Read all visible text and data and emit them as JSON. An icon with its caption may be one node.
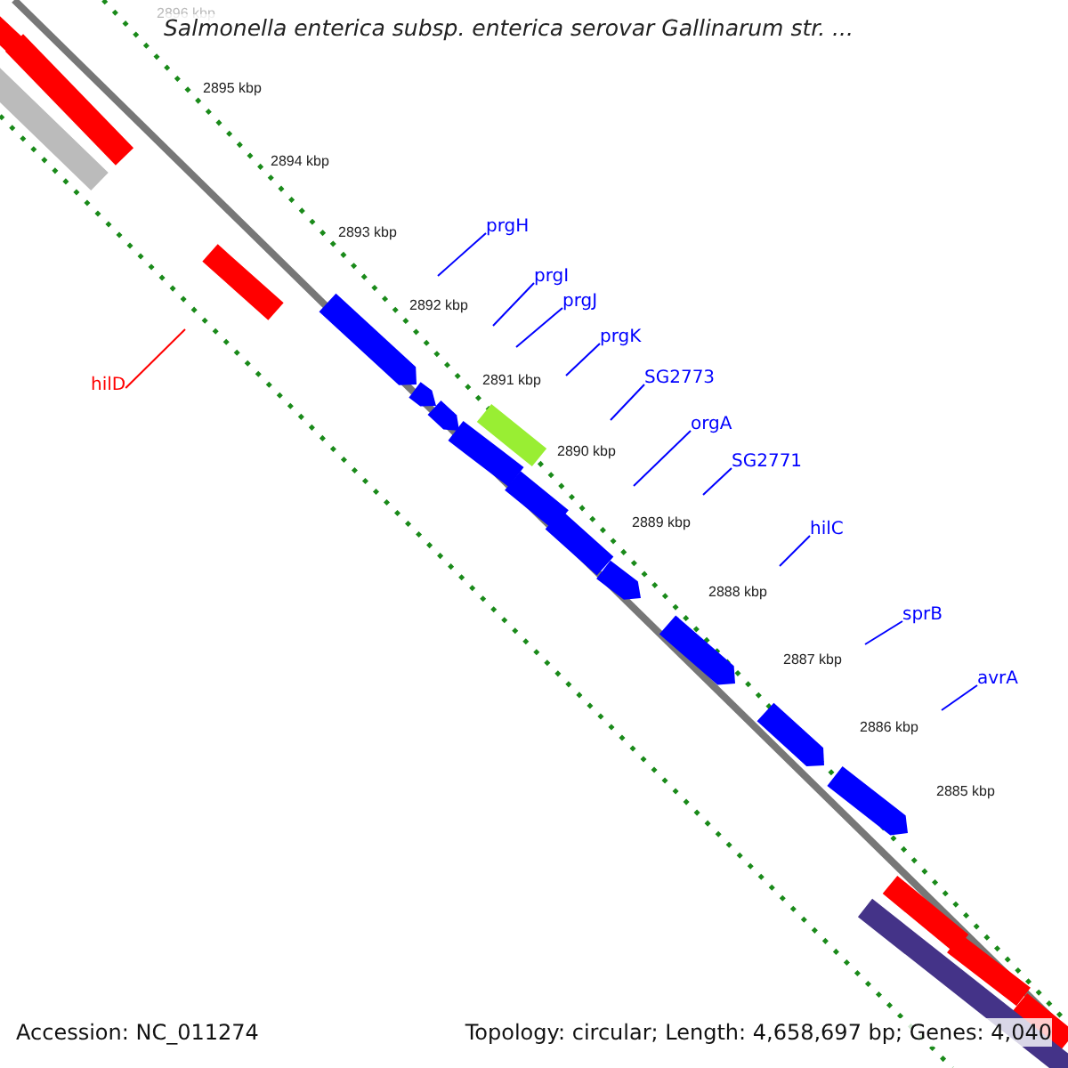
{
  "diagram": {
    "title": "Salmonella enterica subsp. enterica serovar Gallinarum str. ...",
    "nodes": [
      {
        "text": [
          "prgH"
        ]
      },
      {
        "text": [
          "prgI"
        ]
      },
      {
        "text": [
          "prgJ"
        ]
      },
      {
        "text": [
          "prgK"
        ]
      },
      {
        "text": [
          "SG2773"
        ]
      },
      {
        "text": [
          "orgA"
        ]
      },
      {
        "text": [
          "SG2771"
        ]
      },
      {
        "text": [
          "hilC"
        ]
      },
      {
        "text": [
          "sprB"
        ]
      },
      {
        "text": [
          "avrA"
        ]
      },
      {
        "text": [
          "hilD"
        ]
      }
    ],
    "edges": [
      {
        "from": 0,
        "to": null,
        "arrow": "none"
      },
      {
        "from": 1,
        "to": null,
        "arrow": "none"
      },
      {
        "from": 2,
        "to": null,
        "arrow": "none"
      },
      {
        "from": 3,
        "to": null,
        "arrow": "none"
      },
      {
        "from": 4,
        "to": null,
        "arrow": "none"
      },
      {
        "from": 5,
        "to": null,
        "arrow": "none"
      },
      {
        "from": 6,
        "to": null,
        "arrow": "none"
      },
      {
        "from": 7,
        "to": null,
        "arrow": "none"
      },
      {
        "from": 8,
        "to": null,
        "arrow": "none"
      },
      {
        "from": 9,
        "to": null,
        "arrow": "none"
      },
      {
        "from": 10,
        "to": null,
        "arrow": "none",
        "color": "#ff0000"
      }
    ],
    "labels": [
      "2896 kbp",
      "2895 kbp",
      "2894 kbp",
      "2893 kbp",
      "2892 kbp",
      "2891 kbp",
      "2890 kbp",
      "2889 kbp",
      "2888 kbp",
      "2887 kbp",
      "2886 kbp",
      "2885 kbp",
      "Accession: NC_011274",
      "Topology: circular; Length: 4,658,697 bp; Genes: 4,040"
    ]
  }
}
